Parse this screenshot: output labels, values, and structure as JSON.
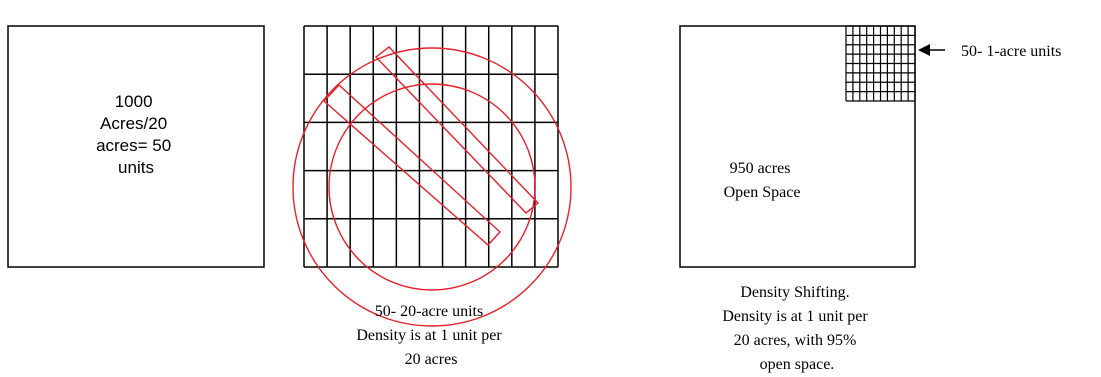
{
  "panel1": {
    "lines": [
      "1000",
      "Acres/20",
      "acres= 50",
      "units"
    ]
  },
  "panel2": {
    "caption": [
      "50- 20-acre units",
      "Density is at 1 unit per",
      "20 acres"
    ],
    "prohibition_color": "#e8202a"
  },
  "panel3": {
    "inner_label": [
      "950 acres",
      "Open Space"
    ],
    "callout": "50- 1-acre units",
    "caption": [
      "Density Shifting.",
      "Density is at 1 unit per",
      "20 acres, with 95%",
      "open space."
    ]
  }
}
